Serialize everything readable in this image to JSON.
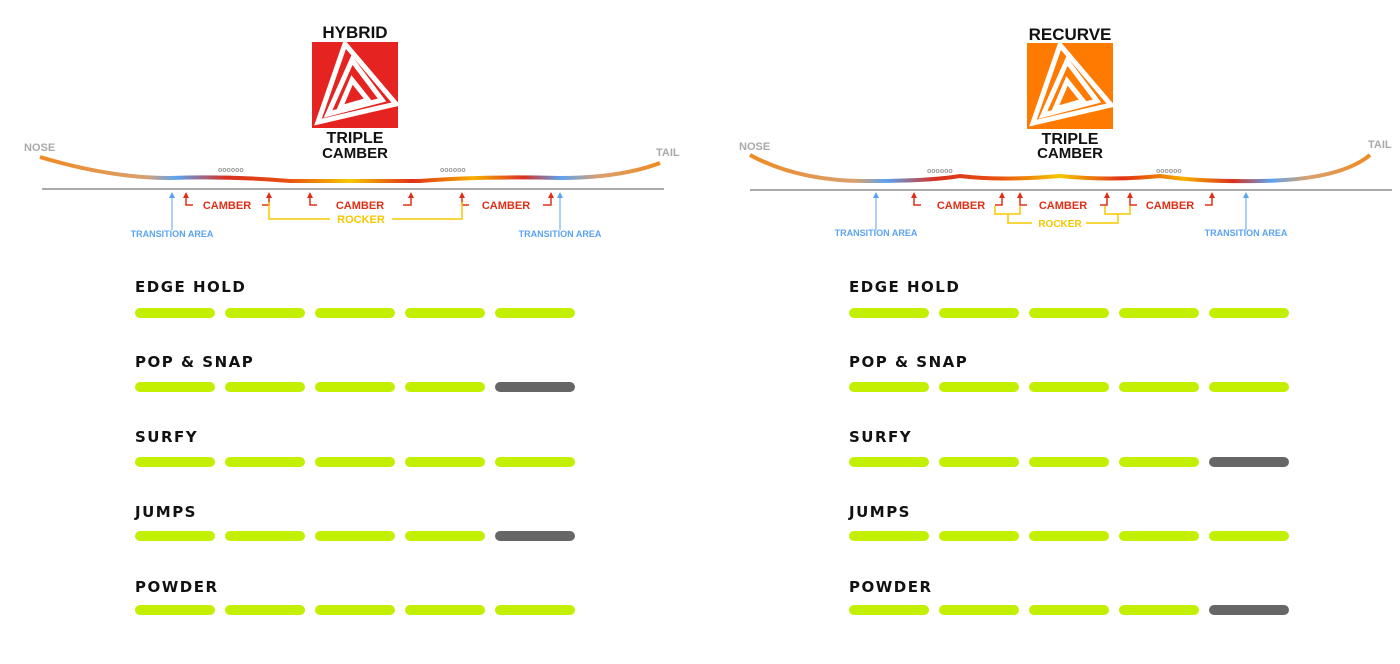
{
  "colors": {
    "on": "#c2f000",
    "off": "#666666",
    "camber": "#e03018",
    "rocker": "#f5c800",
    "transition": "#5aa3f0",
    "hybrid_logo": "#e52421",
    "recurve_logo": "#ff7a00"
  },
  "panels": [
    {
      "logo_top": "HYBRID",
      "logo_mid": "TRIPLE",
      "logo_bottom": "CAMBER",
      "nose": "NOSE",
      "tail": "TAIL",
      "dots_left": "oooooo",
      "dots_right": "oooooo",
      "camber_label": "CAMBER",
      "rocker_label": "ROCKER",
      "transition_label": "TRANSITION AREA",
      "ratings": [
        {
          "label": "EDGE HOLD",
          "value": 5,
          "max": 5
        },
        {
          "label": "POP & SNAP",
          "value": 4,
          "max": 5
        },
        {
          "label": "SURFY",
          "value": 5,
          "max": 5
        },
        {
          "label": "JUMPS",
          "value": 4,
          "max": 5
        },
        {
          "label": "POWDER",
          "value": 5,
          "max": 5
        }
      ]
    },
    {
      "logo_top": "RECURVE",
      "logo_mid": "TRIPLE",
      "logo_bottom": "CAMBER",
      "nose": "NOSE",
      "tail": "TAIL",
      "dots_left": "oooooo",
      "dots_right": "oooooo",
      "camber_label": "CAMBER",
      "rocker_label": "ROCKER",
      "transition_label": "TRANSITION AREA",
      "ratings": [
        {
          "label": "EDGE HOLD",
          "value": 5,
          "max": 5
        },
        {
          "label": "POP & SNAP",
          "value": 5,
          "max": 5
        },
        {
          "label": "SURFY",
          "value": 4,
          "max": 5
        },
        {
          "label": "JUMPS",
          "value": 5,
          "max": 5
        },
        {
          "label": "POWDER",
          "value": 4,
          "max": 5
        }
      ]
    }
  ]
}
